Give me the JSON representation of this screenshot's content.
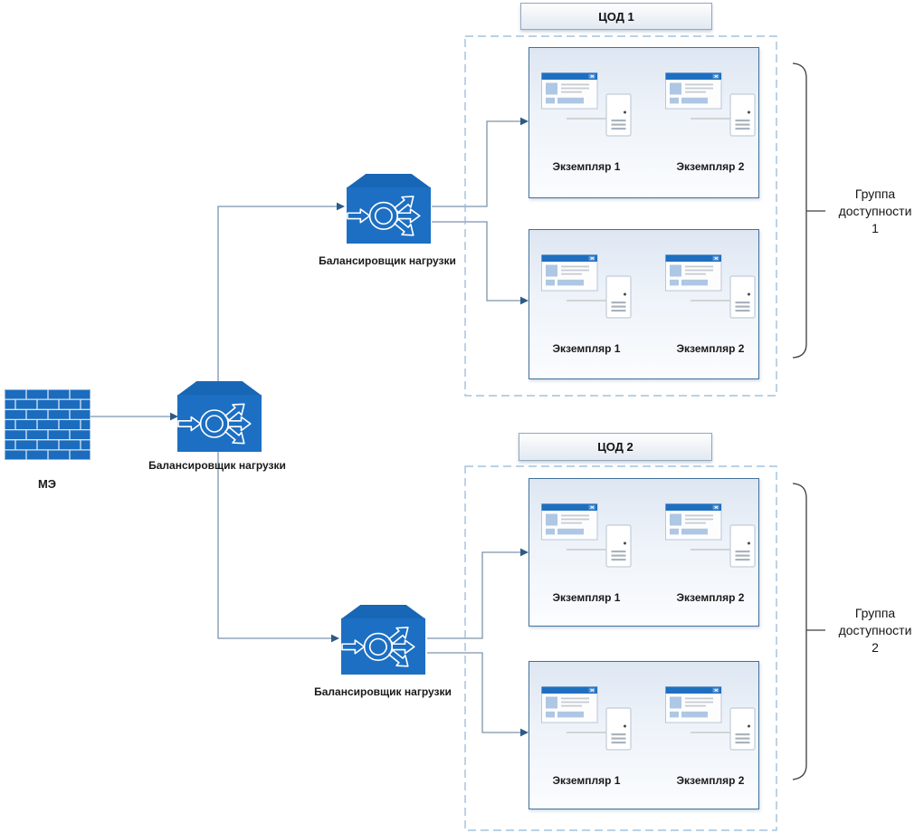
{
  "diagram": {
    "colors": {
      "node_blue": "#1c6fc2",
      "node_blue_top": "#1866b6",
      "title_bar_blue": "#1e6fc0",
      "window_content_blue": "#aec7e4",
      "connector_line": "#7d95ac",
      "arrowhead": "#2e5a87",
      "inner_box_border": "#41719c",
      "dashed_border": "#8fb6d7",
      "brace": "#3d3d3d"
    },
    "firewall": {
      "label": "МЭ",
      "icon": "brick-wall-icon"
    },
    "load_balancers": [
      {
        "label": "Балансировщик нагрузки",
        "icon": "load-balancer-icon"
      },
      {
        "label": "Балансировщик нагрузки",
        "icon": "load-balancer-icon"
      },
      {
        "label": "Балансировщик нагрузки",
        "icon": "load-balancer-icon"
      }
    ],
    "datacenters": [
      {
        "title": "ЦОД 1",
        "groups": [
          {
            "instances": [
              {
                "label": "Экземпляр 1",
                "icon": "app-window-server-icon"
              },
              {
                "label": "Экземпляр 2",
                "icon": "app-window-server-icon"
              }
            ]
          },
          {
            "instances": [
              {
                "label": "Экземпляр 1",
                "icon": "app-window-server-icon"
              },
              {
                "label": "Экземпляр 2",
                "icon": "app-window-server-icon"
              }
            ]
          }
        ]
      },
      {
        "title": "ЦОД 2",
        "groups": [
          {
            "instances": [
              {
                "label": "Экземпляр 1",
                "icon": "app-window-server-icon"
              },
              {
                "label": "Экземпляр 2",
                "icon": "app-window-server-icon"
              }
            ]
          },
          {
            "instances": [
              {
                "label": "Экземпляр 1",
                "icon": "app-window-server-icon"
              },
              {
                "label": "Экземпляр 2",
                "icon": "app-window-server-icon"
              }
            ]
          }
        ]
      }
    ],
    "availability_groups": [
      {
        "lines": [
          "Группа",
          "доступности",
          "1"
        ]
      },
      {
        "lines": [
          "Группа",
          "доступности",
          "2"
        ]
      }
    ]
  }
}
